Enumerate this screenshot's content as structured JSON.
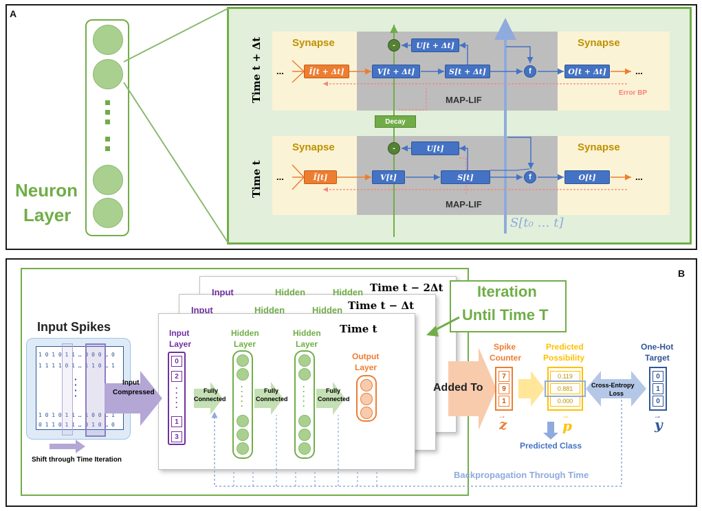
{
  "panel_a": {
    "label": "A",
    "neuron_layer_line1": "Neuron",
    "neuron_layer_line2": "Layer",
    "time_top": "Time t + Δt",
    "time_bottom": "Time t",
    "synapse": "Synapse",
    "map_lif": "MAP-LIF",
    "decay": "Decay",
    "error_bp": "Error BP",
    "ellipsis": "...",
    "minus": "-",
    "f": "f",
    "top": {
      "i": "Ĩ[t + Δt]",
      "v": "V[t + Δt]",
      "s": "S[t + Δt]",
      "u": "U[t + Δt]",
      "o": "O[t + Δt]"
    },
    "bottom": {
      "i": "Ĩ[t]",
      "v": "V[t]",
      "s": "S[t]",
      "u": "U[t]",
      "o": "O[t]"
    },
    "spike_history": "S[t₀ … t]"
  },
  "panel_b": {
    "label": "B",
    "input_spikes": "Input Spikes",
    "shift": "Shift through Time Iteration",
    "input_compressed_1": "Input",
    "input_compressed_2": "Compressed",
    "matrix_rows": [
      "1 0 1 0 1 1 … 0 0 0 … 0",
      "1 1 1 1 0 1 … 1 1 0 … 1",
      "1 0 1 0 1 1 … 1 0 0 … 1",
      "0 1 1 0 1 1 … 0 1 0 … 0"
    ],
    "time_t2": "Time t − 2Δt",
    "time_t1": "Time t − Δt",
    "time_t": "Time t",
    "back_input": "Input",
    "back_hidden": "Hidden",
    "input_layer_1": "Input",
    "input_layer_2": "Layer",
    "input_vals": [
      "0",
      "2",
      "1",
      "3"
    ],
    "hidden_layer_1": "Hidden",
    "hidden_layer_2": "Layer",
    "output_layer_1": "Output",
    "output_layer_2": "Layer",
    "fully": "Fully",
    "connected": "Connected",
    "iteration_1": "Iteration",
    "iteration_2": "Until Time T",
    "added_to": "Added To",
    "spike_counter_1": "Spike",
    "spike_counter_2": "Counter",
    "counter_vals": [
      "7",
      "9",
      "1"
    ],
    "z": "z",
    "predicted_possibility_1": "Predicted",
    "predicted_possibility_2": "Possibility",
    "prob_vals": [
      "0.119",
      "0.881",
      "0.000"
    ],
    "p": "p",
    "predicted_class": "Predicted Class",
    "cross_entropy_1": "Cross-Entropy",
    "cross_entropy_2": "Loss",
    "onehot_1": "One-Hot",
    "onehot_2": "Target",
    "onehot_vals": [
      "0",
      "1",
      "0"
    ],
    "y": "y",
    "bptt": "Backpropagation Through Time"
  }
}
